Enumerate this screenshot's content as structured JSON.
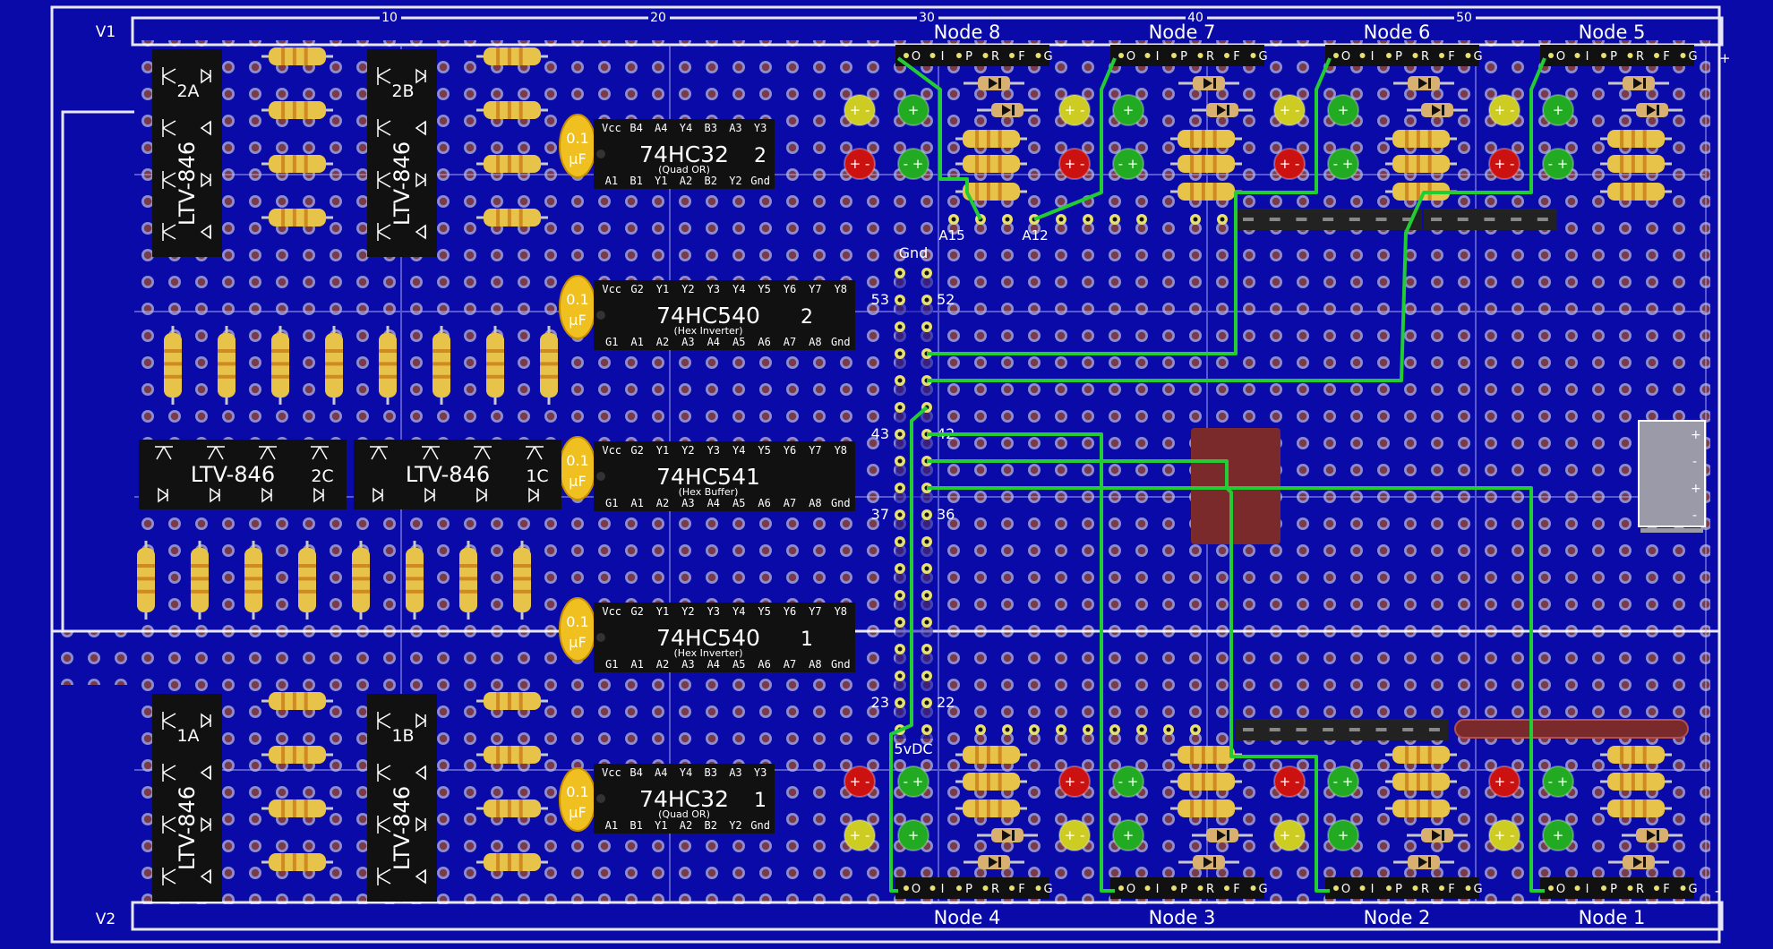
{
  "board": {
    "rail_top": "V1",
    "rail_bottom": "V2",
    "column_numbers": [
      "10",
      "20",
      "30",
      "40",
      "50"
    ],
    "plus_sign": "+",
    "minus_sign": "-"
  },
  "nodes_top": [
    "Node 8",
    "Node 7",
    "Node 6",
    "Node 5"
  ],
  "nodes_bottom": [
    "Node 4",
    "Node 3",
    "Node 2",
    "Node 1"
  ],
  "node_pins": [
    "O",
    "I",
    "P",
    "R",
    "F",
    "G"
  ],
  "chips": [
    {
      "name": "74HC32",
      "number": "2",
      "sub": "(Quad OR)",
      "top_pins": [
        "Vcc",
        "B4",
        "A4",
        "Y4",
        "B3",
        "A3",
        "Y3"
      ],
      "bottom_pins": [
        "A1",
        "B1",
        "Y1",
        "A2",
        "B2",
        "Y2",
        "Gnd"
      ]
    },
    {
      "name": "74HC540",
      "number": "2",
      "sub": "(Hex Inverter)",
      "top_pins": [
        "Vcc",
        "G2",
        "Y1",
        "Y2",
        "Y3",
        "Y4",
        "Y5",
        "Y6",
        "Y7",
        "Y8"
      ],
      "bottom_pins": [
        "G1",
        "A1",
        "A2",
        "A3",
        "A4",
        "A5",
        "A6",
        "A7",
        "A8",
        "Gnd"
      ]
    },
    {
      "name": "74HC541",
      "number": "",
      "sub": "(Hex Buffer)",
      "top_pins": [
        "Vcc",
        "G2",
        "Y1",
        "Y2",
        "Y3",
        "Y4",
        "Y5",
        "Y6",
        "Y7",
        "Y8"
      ],
      "bottom_pins": [
        "G1",
        "A1",
        "A2",
        "A3",
        "A4",
        "A5",
        "A6",
        "A7",
        "A8",
        "Gnd"
      ]
    },
    {
      "name": "74HC540",
      "number": "1",
      "sub": "(Hex Inverter)",
      "top_pins": [
        "Vcc",
        "G2",
        "Y1",
        "Y2",
        "Y3",
        "Y4",
        "Y5",
        "Y6",
        "Y7",
        "Y8"
      ],
      "bottom_pins": [
        "G1",
        "A1",
        "A2",
        "A3",
        "A4",
        "A5",
        "A6",
        "A7",
        "A8",
        "Gnd"
      ]
    },
    {
      "name": "74HC32",
      "number": "1",
      "sub": "(Quad OR)",
      "top_pins": [
        "Vcc",
        "B4",
        "A4",
        "Y4",
        "B3",
        "A3",
        "Y3"
      ],
      "bottom_pins": [
        "A1",
        "B1",
        "Y1",
        "A2",
        "B2",
        "Y2",
        "Gnd"
      ]
    }
  ],
  "capacitor": {
    "line1": "0.1",
    "line2": "µF"
  },
  "optos": {
    "part": "LTV-846",
    "vertical_labels": [
      "2A",
      "2B",
      "1A",
      "1B"
    ],
    "horizontal_labels": [
      "2C",
      "1C"
    ]
  },
  "header_labels": {
    "a15": "A15",
    "a12": "A12",
    "gnd": "Gnd",
    "vdc": "5vDC",
    "pin_rows": [
      [
        "53",
        "52"
      ],
      [
        "43",
        "42"
      ],
      [
        "37",
        "36"
      ],
      [
        "23",
        "22"
      ]
    ]
  },
  "colors": {
    "board": "#0a0aa8",
    "hole": "#7a3a4a",
    "ring": "#8c8cd0",
    "wire": "#22cc33",
    "chip": "#111111",
    "resistor": "#e8c34a",
    "cap": "#f0c020",
    "led_red": "#cc1111",
    "led_green": "#22aa22",
    "led_yellow": "#cccc22",
    "relay": "#7a2a2a"
  }
}
